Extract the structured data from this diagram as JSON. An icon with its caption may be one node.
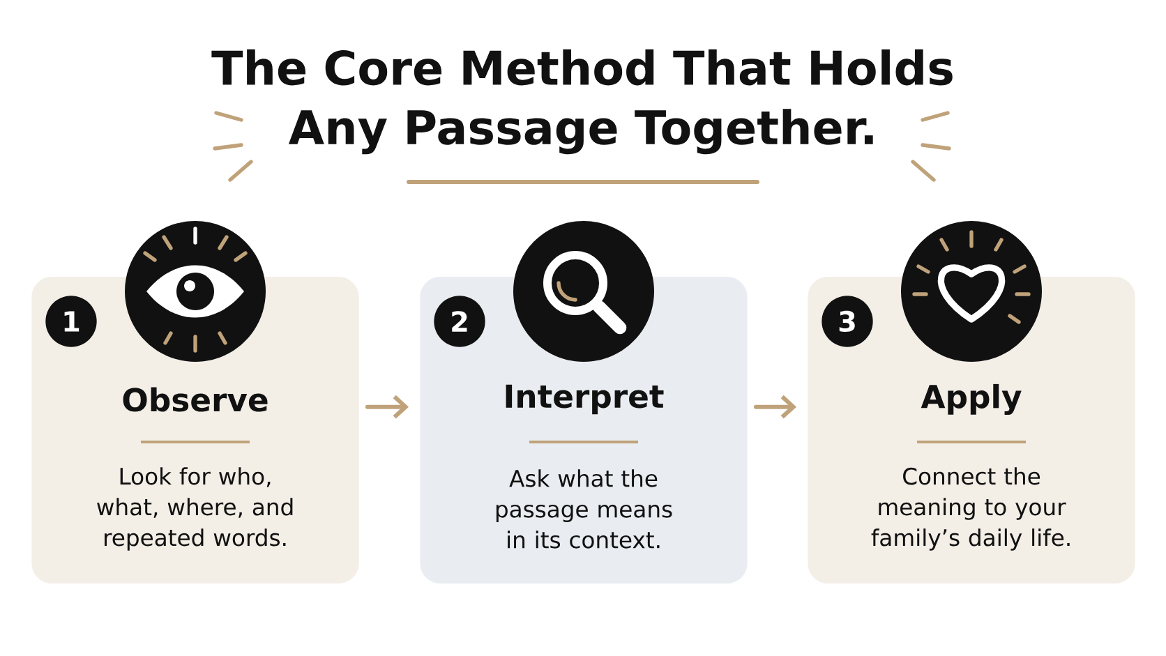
{
  "diagram": {
    "title": "The Core Method That Holds Any Passage Together.",
    "nodes": [
      {
        "text": [
          "Observe",
          "Look for who, what, where, and repeated words."
        ]
      },
      {
        "text": [
          "1"
        ],
        "in": 0
      },
      {
        "text": [
          "Interpret",
          "Ask what the passage means in its context."
        ]
      },
      {
        "text": [
          "2"
        ],
        "in": 2
      },
      {
        "text": [
          "Apply",
          "Connect the meaning to your family’s daily life."
        ]
      },
      {
        "text": [
          "3"
        ],
        "in": 4
      }
    ],
    "edges": [
      {
        "from": 0,
        "to": 2,
        "arrow": "to"
      },
      {
        "from": 2,
        "to": 4,
        "arrow": "to"
      }
    ]
  }
}
